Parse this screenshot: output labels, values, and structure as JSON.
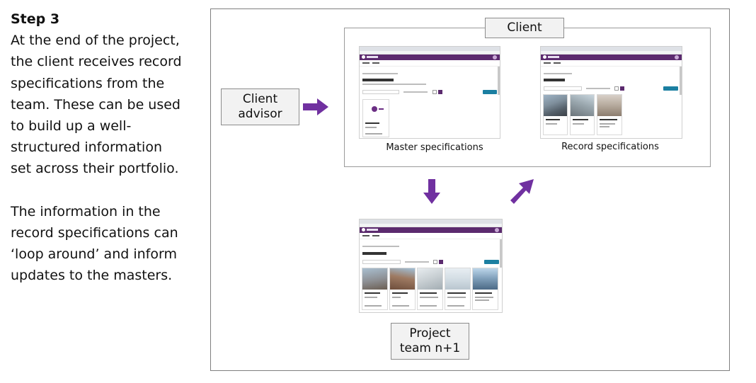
{
  "step": {
    "heading": "Step 3",
    "paragraph1": [
      "At the end of the project,",
      "the client receives record",
      "specifications from the",
      "team. These can be used",
      "to build up a well-",
      "structured information",
      "set across their portfolio."
    ],
    "paragraph2": [
      "The information in the",
      "record specifications can",
      "‘loop around’ and inform",
      "updates to the masters."
    ]
  },
  "diagram": {
    "client_label": "Client",
    "advisor_label": [
      "Client",
      "advisor"
    ],
    "team_label": [
      "Project",
      "team n+1"
    ],
    "master_caption": "Master specifications",
    "record_caption": "Record specifications"
  },
  "colors": {
    "arrow": "#7030a0",
    "app_header": "#5b2a6e",
    "action_button": "#1b7fa1",
    "label_fill": "#f2f2f2"
  },
  "icons": [
    "arrow-right-icon",
    "arrow-down-icon",
    "arrow-up-right-icon"
  ]
}
